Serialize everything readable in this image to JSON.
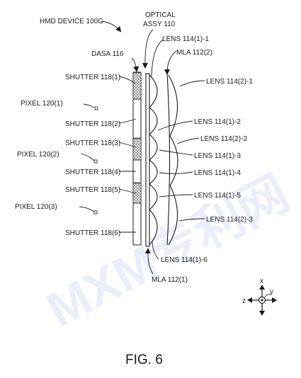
{
  "figure_label": "FIG. 6",
  "watermark": "MXM专利网",
  "labels": {
    "hmd_device": "HMD DEVICE 100G",
    "optical_line1": "OPTICAL",
    "optical_line2": "ASSY 110",
    "dasa": "DASA 116",
    "lens_1_1": "LENS 114(1)-1",
    "mla_2": "MLA 112(2)",
    "shutter_1": "SHUTTER 118(1)",
    "lens_2_1": "LENS 114(2)-1",
    "pixel_1": "PIXEL 120(1)",
    "shutter_2": "SHUTTER 118(2)",
    "lens_1_2": "LENS 114(1)-2",
    "lens_2_2": "LENS 114(2)-2",
    "shutter_3": "SHUTTER 118(3)",
    "lens_1_3": "LENS 114(1)-3",
    "pixel_2": "PIXEL 120(2)",
    "shutter_4": "SHUTTER 118(4)",
    "lens_1_4": "LENS 114(1)-4",
    "shutter_5": "SHUTTER 118(5)",
    "lens_1_5": "LENS 114(1)-5",
    "pixel_3": "PIXEL 120(3)",
    "lens_2_3": "LENS 114(2)-3",
    "shutter_6": "SHUTTER 118(6)",
    "lens_1_6": "LENS 114(1)-6",
    "mla_1": "MLA 112(1)"
  },
  "axes": {
    "x": "x",
    "y": "y",
    "z": "z"
  }
}
